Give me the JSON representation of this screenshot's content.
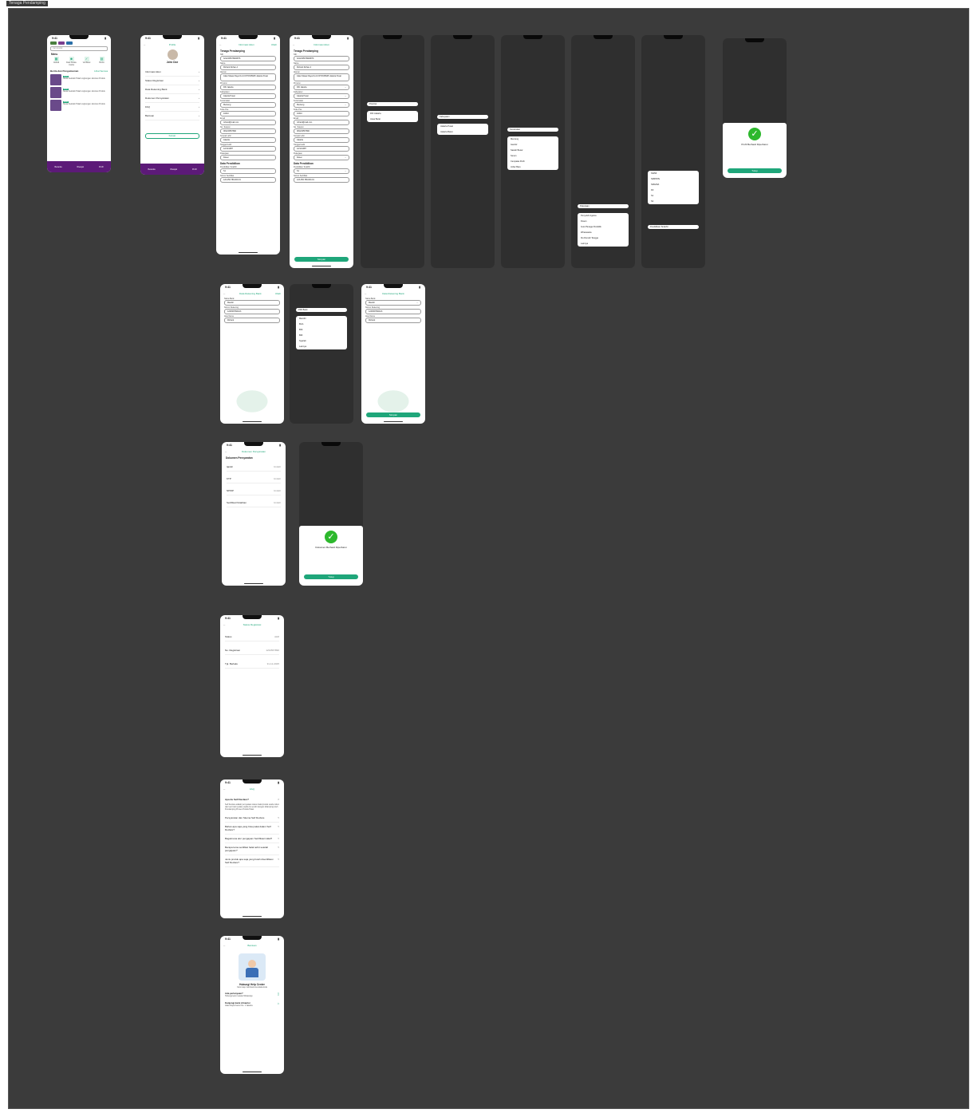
{
  "frame": {
    "label": "Tenaga Pendamping"
  },
  "status": {
    "time": "9:41"
  },
  "home": {
    "search_placeholder": "Cari produk",
    "menu_title": "Menu",
    "menu_items": [
      "Jadwal",
      "Data Pelaku Usaha",
      "Verifikasi",
      "Berita"
    ],
    "news_title": "Berita dan Pengumuman",
    "news_more": "Lihat Semua",
    "news_tag": "Berita",
    "news_headline": "Siswa Sekolah Halal Lingkungan Jaminan Produk",
    "nav": [
      "Beranda",
      "Riwayat",
      "Profil"
    ]
  },
  "profile": {
    "title": "Profile",
    "name": "John Doe",
    "items": [
      "Informasi Akun",
      "Status Registrasi",
      "Data Rekening Bank",
      "Dokumen Persyaratan",
      "FAQ",
      "Bantuan"
    ],
    "logout": "Keluar"
  },
  "account": {
    "title": "Informasi Akun",
    "edit": "Ubah",
    "section_title": "Tenaga Pendamping",
    "fields": [
      {
        "label": "NIK",
        "value": "3212345678909876"
      },
      {
        "label": "Nama",
        "value": "Richard Rohan A"
      },
      {
        "label": "Alamat",
        "value": "Jalan Mawar Raya No.10 RT03/RW05 Jakarta Pusat"
      },
      {
        "label": "Provinsi",
        "value": "DKI Jakarta"
      },
      {
        "label": "Kabupaten",
        "value": "Jakarta Pusat"
      },
      {
        "label": "Kecamatan",
        "value": "Menteng"
      },
      {
        "label": "Kode Pos",
        "value": "10310"
      },
      {
        "label": "Email",
        "value": "richard@mail.com"
      },
      {
        "label": "No. Telepon",
        "value": "081234567890"
      },
      {
        "label": "Tempat Lahir",
        "value": "Jakarta"
      },
      {
        "label": "Tanggal Lahir",
        "value": "12/12/1987"
      },
      {
        "label": "Pekerjaan",
        "value": "Dosen"
      }
    ],
    "edu_title": "Data Pendidikan",
    "edu_fields": [
      {
        "label": "Pendidikan Terakhir",
        "value": "S1"
      },
      {
        "label": "Nomor Sertifikat",
        "value": "123-456-789-000-01"
      }
    ],
    "save": "Simpan"
  },
  "pickers": {
    "provinsi_selected": "Provinsi",
    "provinsi_options": [
      "DKI Jakarta",
      "Jawa Barat"
    ],
    "kabupaten_selected": "Kabupaten",
    "kabupaten_options": [
      "Jakarta Pusat",
      "Jakarta Barat"
    ],
    "kecamatan_selected": "Kecamatan",
    "kecamatan_options": [
      "Menteng",
      "Gambir",
      "Sawah Besar",
      "Senen",
      "Cempaka Putih",
      "Johar Baru"
    ],
    "pekerjaan_selected": "Pekerjaan",
    "pekerjaan_options": [
      "Penyuluh Agama",
      "Dosen",
      "Guru/Tenaga Pendidik",
      "Wiraswasta",
      "Ibu Rumah Tangga",
      "Lainnya"
    ],
    "pendidikan_selected": "Pendidikan Terakhir",
    "pendidikan_options": [
      "SD/MI",
      "SMP/MTs",
      "SMA/MA",
      "D3",
      "S1",
      "S2"
    ]
  },
  "profile_success": {
    "message": "Profil Berhasil Diperbarui",
    "button": "Tutup"
  },
  "bank": {
    "title": "Data Rekening Bank",
    "edit": "Ubah",
    "fields": [
      {
        "label": "Nama Bank",
        "value": "Mandiri"
      },
      {
        "label": "Nomor Rekening",
        "value": "1234567890123"
      },
      {
        "label": "Atas Nama",
        "value": "Richard"
      }
    ],
    "bank_select_label": "Pilih Bank",
    "bank_options": [
      "Mandiri",
      "BCA",
      "BNI",
      "BRI",
      "Syariah",
      "Lainnya"
    ],
    "save": "Simpan"
  },
  "docs": {
    "title": "Dokumen Persyaratan",
    "section": "Dokumen Persyaratan",
    "items": [
      {
        "name": "Ijazah",
        "action": "Unduh"
      },
      {
        "name": "KTP",
        "action": "Unduh"
      },
      {
        "name": "NPWP",
        "action": "Unduh"
      },
      {
        "name": "Sertifikat Pelatihan",
        "action": "Unduh"
      }
    ],
    "success": "Dokumen Berhasil Diperbarui",
    "button": "Tutup"
  },
  "registration": {
    "title": "Status Registrasi",
    "rows": [
      {
        "label": "Status",
        "value": "Aktif"
      },
      {
        "label": "No. Registrasi",
        "value": "1234567890"
      },
      {
        "label": "Tgl. Berlaku",
        "value": "31-12-2025"
      }
    ]
  },
  "faq": {
    "title": "FAQ",
    "items": [
      "Apa itu Self Declare?",
      "Persyaratan dan Skema Self Declare",
      "Bahan-apa saja yang bisa pakai dalam Self Declare?",
      "Bagaimana alur pengajuan Sertifikasi Halal?",
      "Berapa lama sertifikat halal terbit setelah pengajuan?",
      "Jenis produk apa saja yang boleh disertifikasi Self Declare?"
    ],
    "answer": "Self Declare adalah pernyataan status halal produk usaha mikro dan kecil oleh pelaku usaha itu sendiri dengan didampingi oleh Pendamping Proses Produk Halal."
  },
  "help": {
    "title": "Bantuan",
    "heading": "Hubungi Help Center",
    "sub": "Kami siap membantu kendala Anda",
    "items": [
      {
        "title": "Ada pertanyaan?",
        "desc": "Hubungi kami melalui WhatsApp"
      },
      {
        "title": "Kunjungi kami di kantor",
        "desc": "Jalan Raya Kantor No. 1 Jakarta"
      }
    ]
  }
}
